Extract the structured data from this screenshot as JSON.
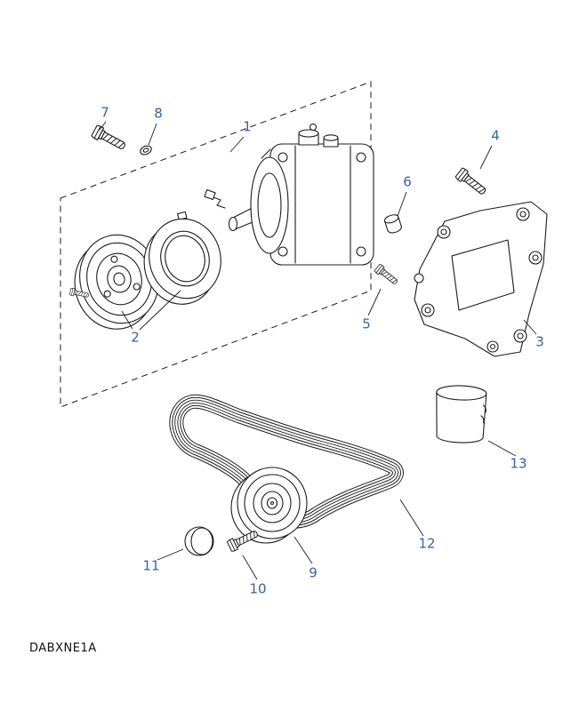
{
  "diagram": {
    "code": "DABXNE1A",
    "callouts": [
      "1",
      "2",
      "3",
      "4",
      "5",
      "6",
      "7",
      "8",
      "9",
      "10",
      "11",
      "12",
      "13"
    ],
    "colors": {
      "callout": "#3663a8",
      "line": "#1c1c1c",
      "background": "#ffffff"
    }
  }
}
